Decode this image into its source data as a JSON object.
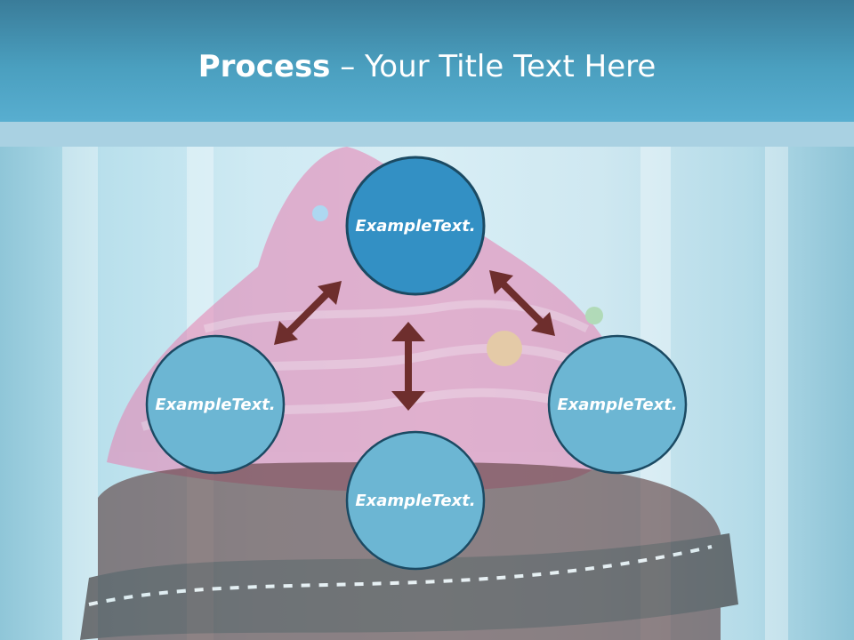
{
  "title": {
    "bold": "Process",
    "rest": " – Your Title Text Here"
  },
  "nodes": {
    "top": "Example Text.",
    "left": "Example Text.",
    "right": "Example Text.",
    "bottom": "Example Text."
  },
  "colors": {
    "accent_circle": "#3390c4",
    "circle": "#6cb6d3",
    "circle_border": "#1b4a63",
    "arrow": "#6e2e2d"
  }
}
